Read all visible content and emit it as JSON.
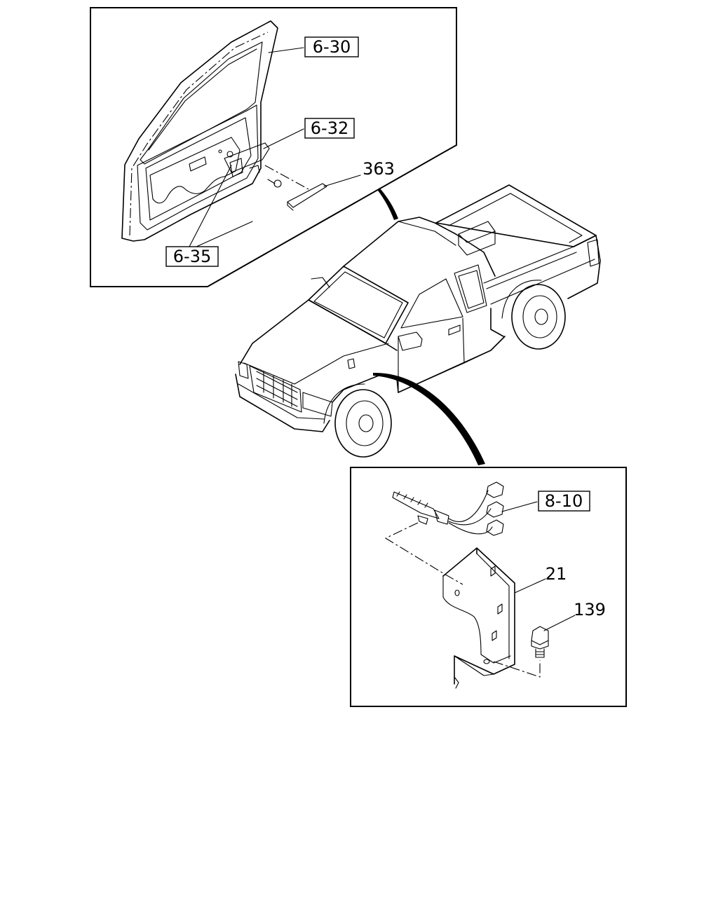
{
  "callouts": {
    "door_frame": "6-30",
    "door_lock": "6-32",
    "lock_rod": "6-35",
    "seal_strip": "363",
    "harness": "8-10",
    "bracket": "21",
    "bolt": "139"
  }
}
